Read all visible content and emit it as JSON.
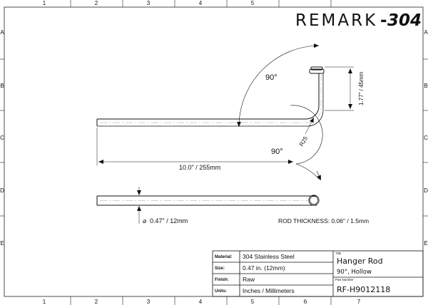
{
  "brand": {
    "name": "REMARK",
    "dash": "-",
    "number": "304"
  },
  "grid": {
    "columns": [
      "1",
      "2",
      "3",
      "4",
      "5",
      "6",
      "7"
    ],
    "rows": [
      "A",
      "B",
      "C",
      "D",
      "E"
    ]
  },
  "dimensions": {
    "bend_angle_top": "90°",
    "bend_angle_bottom": "90°",
    "height": "1.77\" / 45mm",
    "radius": "R25",
    "length": "10.0\" / 255mm",
    "diameter": "0.47\" / 12mm",
    "rod_thickness": "ROD THICKNESS: 0.06\" / 1.5mm"
  },
  "title_block": {
    "labels": {
      "material": "Material:",
      "size": "Size:",
      "finish": "Finish:",
      "units": "Units:",
      "title": "Title",
      "part_number": "Part Number"
    },
    "values": {
      "material": "304 Stainless Steel",
      "size": "0.47 in. (12mm)",
      "finish": "Raw",
      "units": "Inches / Millimeters",
      "title": "Hanger Rod",
      "subtitle": "90°, Hollow",
      "part_number": "RF-H9012118"
    }
  }
}
